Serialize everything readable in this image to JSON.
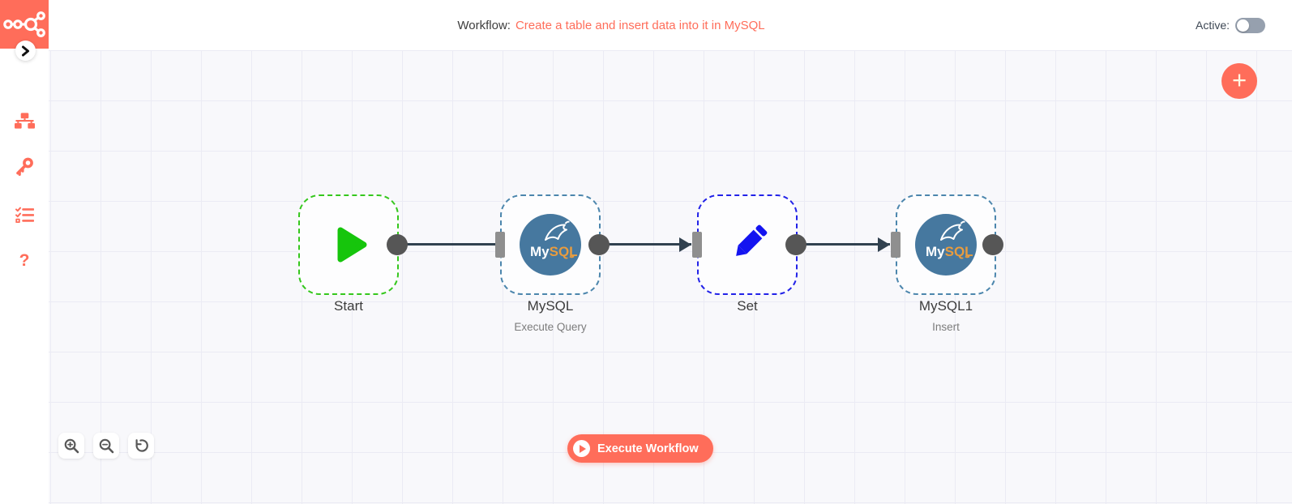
{
  "header": {
    "workflow_label": "Workflow:",
    "workflow_title": "Create a table and insert data into it in MySQL",
    "active_label": "Active:",
    "active_state": "off"
  },
  "sidebar": {
    "icons": [
      "n8n-logo",
      "chevron-right",
      "workflows-sitemap",
      "credentials-key",
      "executions-list-check",
      "help-question"
    ],
    "help_glyph": "?"
  },
  "canvas": {
    "nodes": [
      {
        "label": "Start",
        "subtitle": "",
        "icon": "play-icon",
        "border_color": "#35c71d"
      },
      {
        "label": "MySQL",
        "subtitle": "Execute Query",
        "icon": "mysql-logo",
        "border_color": "#4c86ad"
      },
      {
        "label": "Set",
        "subtitle": "",
        "icon": "pencil-icon",
        "border_color": "#2222e8"
      },
      {
        "label": "MySQL1",
        "subtitle": "Insert",
        "icon": "mysql-logo",
        "border_color": "#4c86ad"
      }
    ],
    "connections": [
      {
        "from": "Start",
        "to": "MySQL",
        "arrow": false
      },
      {
        "from": "MySQL",
        "to": "Set",
        "arrow": true
      },
      {
        "from": "Set",
        "to": "MySQL1",
        "arrow": true
      }
    ],
    "add_button": "+",
    "execute_button": "Execute Workflow",
    "zoom_controls": [
      "zoom-in",
      "zoom-out",
      "zoom-reset"
    ]
  },
  "mysql_logo_text": {
    "my": "My",
    "sql": "SQL"
  },
  "colors": {
    "accent": "#ff6d5a",
    "canvas_bg": "#f8f8fb",
    "grid_line": "#ebebf4",
    "connection": "#31414f",
    "start_green": "#16c50c",
    "set_blue": "#1414f0",
    "mysql_circle_blue": "#46789f",
    "mysql_sql_orange": "#e89c3f",
    "toggle_track": "#96a0ae"
  }
}
